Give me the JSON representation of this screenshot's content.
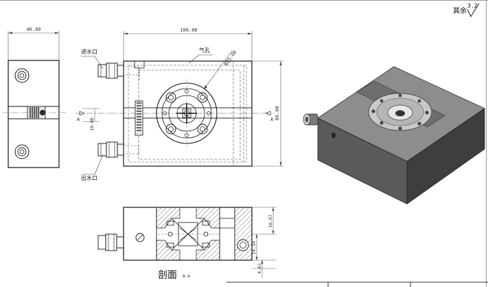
{
  "drawing": {
    "surface_finish": {
      "prefix": "其余",
      "value": "3.2"
    },
    "side_view": {
      "width_dim": "40.00"
    },
    "front_view": {
      "length_dim": "100.00",
      "height_dim": "80.00",
      "offset_dim": "10.00",
      "diameter_dim": "Ø25.00",
      "label_inlet": "进水口",
      "label_outlet": "出水口",
      "label_airhole": "气孔",
      "section_mark": "A"
    },
    "section_view": {
      "title": "剖面",
      "subtitle": "A-A",
      "dim_top": "16.67",
      "dim_mid": "24.34",
      "dim_bottom": "4.61"
    }
  },
  "colors": {
    "line": "#1a1a1a",
    "hidden": "#444444",
    "iso_top": "#8c8c8c",
    "iso_front": "#5a5a5a",
    "iso_side": "#3d3d3d",
    "flange": "#cfcfcf"
  }
}
